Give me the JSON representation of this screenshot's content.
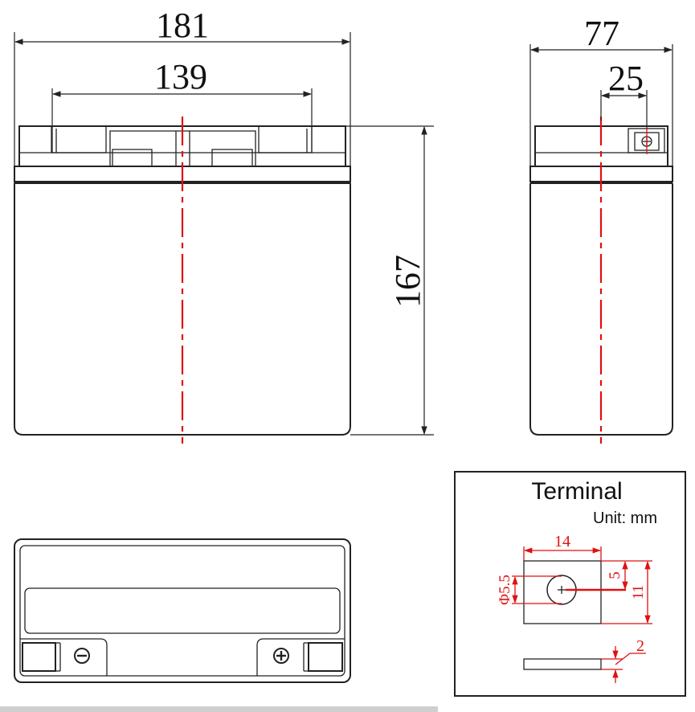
{
  "front_view": {
    "width_label": "181",
    "terminal_span_label": "139",
    "height_label": "167"
  },
  "side_view": {
    "depth_label": "77",
    "terminal_offset_label": "25"
  },
  "terminal_detail": {
    "title": "Terminal",
    "unit": "Unit: mm",
    "width_label": "14",
    "hole_label": "Φ5.5",
    "hole_offset_label": "5",
    "height_label": "11",
    "thickness_label": "2"
  },
  "colors": {
    "outline": "#222222",
    "centerline": "#e01010",
    "dimension_red": "#e01010"
  },
  "icons": {
    "negative": "minus-circle-icon",
    "positive": "plus-circle-icon"
  }
}
